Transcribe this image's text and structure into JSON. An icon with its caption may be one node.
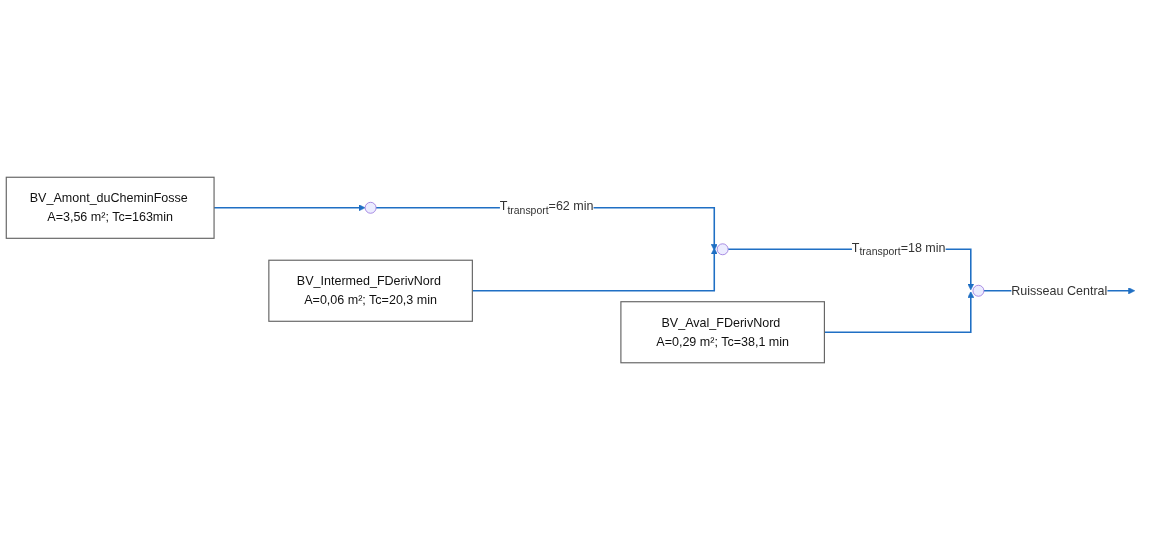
{
  "diagram": {
    "nodes": [
      {
        "text": [
          "BV_Amont_duCheminFosse A=3,56 m²; Tc=163min"
        ]
      },
      {
        "text": [],
        "shape": "circle"
      },
      {
        "text": [],
        "shape": "circle"
      },
      {
        "text": [
          "BV_Intermed_FDerivNord A=0,06 m²; Tc=20,3 min"
        ]
      },
      {
        "text": [],
        "shape": "circle"
      },
      {
        "text": [
          "BV_Aval_FDerivNord A=0,29 m²; Tc=38,1 min"
        ]
      }
    ],
    "edges": [
      {
        "from": 0,
        "to": 1,
        "arrow": "to"
      },
      {
        "from": 1,
        "to": 2,
        "arrow": "to",
        "label": "T$_{transport}$=62 min"
      },
      {
        "from": 3,
        "to": 2,
        "arrow": "to"
      },
      {
        "from": 2,
        "to": 4,
        "arrow": "to",
        "label": "T$_{transport}$=18 min"
      },
      {
        "from": 5,
        "to": 4,
        "arrow": "to"
      },
      {
        "from": 4,
        "to": null,
        "arrow": "to",
        "label": "Ruisseau Central"
      }
    ]
  }
}
